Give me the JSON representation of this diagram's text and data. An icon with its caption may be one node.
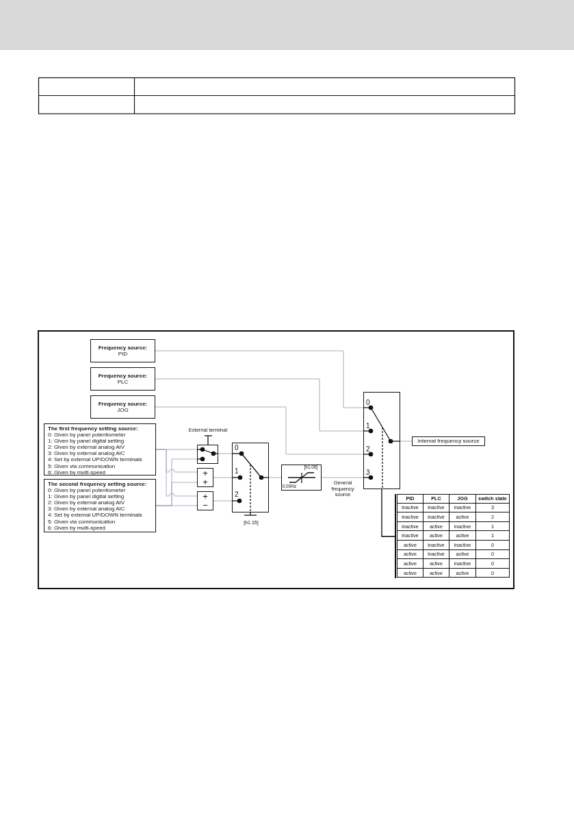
{
  "diagram": {
    "nodes": [
      {
        "text": [
          "Frequency source:",
          "PID"
        ]
      },
      {
        "text": [
          "Frequency source:",
          "PLC"
        ]
      },
      {
        "text": [
          "Frequency source:",
          "JOG"
        ]
      },
      {
        "text": [
          "The first frequency setting source:",
          "0: Given by panel potentiometer",
          "1: Given by panel digital setting",
          "2: Given by external analog AIV",
          "3: Given by external analog AIC",
          "4: Set by external UP/DOWN terminals",
          "5: Given via communication",
          "6: Given by multi-speed"
        ]
      },
      {
        "text": [
          "The second frequency setting source:",
          "0: Given by panel potentiometer",
          "1: Given by panel digital setting",
          "2: Given by external analog AIV",
          "3: Given by external analog AIC",
          "4: Set by external UP/DOWN terminals",
          "5: Given via communication",
          "6: Given by multi-speed"
        ]
      },
      {
        "text": [],
        "shape": "box",
        "beside": [
          "External terminal"
        ]
      },
      {
        "text": [
          "+",
          "+"
        ]
      },
      {
        "text": [
          "+",
          "−"
        ]
      },
      {
        "text": [
          "0",
          "1",
          "2"
        ],
        "beside": [
          "[b1.15]"
        ]
      },
      {
        "text": [
          "[b1.06]",
          "0.00Hz"
        ]
      },
      {
        "text": [
          "0",
          "1",
          "2",
          "3"
        ]
      },
      {
        "text": [
          "Internal frequency source"
        ]
      },
      {
        "text": [
          "PID",
          "PLC",
          "JOG",
          "switch state",
          "inactive",
          "inactive",
          "inactive",
          "3",
          "inactive",
          "inactive",
          "active",
          "2",
          "inactive",
          "active",
          "inactive",
          "1",
          "inactive",
          "active",
          "active",
          "1",
          "active",
          "inactive",
          "inactive",
          "0",
          "active",
          "inactive",
          "active",
          "0",
          "active",
          "active",
          "inactive",
          "0",
          "active",
          "active",
          "active",
          "0"
        ]
      }
    ],
    "edges": [
      {
        "from": 0,
        "to": 10,
        "arrow": "none"
      },
      {
        "from": 1,
        "to": 10,
        "arrow": "none"
      },
      {
        "from": 2,
        "to": 10,
        "arrow": "none"
      },
      {
        "from": 3,
        "to": 5,
        "arrow": "none"
      },
      {
        "from": 3,
        "to": 6,
        "arrow": "none"
      },
      {
        "from": 3,
        "to": 7,
        "arrow": "none"
      },
      {
        "from": 4,
        "to": 5,
        "arrow": "none"
      },
      {
        "from": 4,
        "to": 6,
        "arrow": "none"
      },
      {
        "from": 4,
        "to": 7,
        "arrow": "none"
      },
      {
        "from": 5,
        "to": 8,
        "arrow": "none"
      },
      {
        "from": 6,
        "to": 8,
        "arrow": "none"
      },
      {
        "from": 7,
        "to": 8,
        "arrow": "none"
      },
      {
        "from": 8,
        "to": 9,
        "arrow": "none"
      },
      {
        "from": 9,
        "to": 10,
        "arrow": "none",
        "label": "General frequency source"
      },
      {
        "from": 10,
        "to": 11,
        "arrow": "none"
      },
      {
        "from": 10,
        "to": 12,
        "arrow": "none",
        "color": "#000000"
      }
    ]
  }
}
